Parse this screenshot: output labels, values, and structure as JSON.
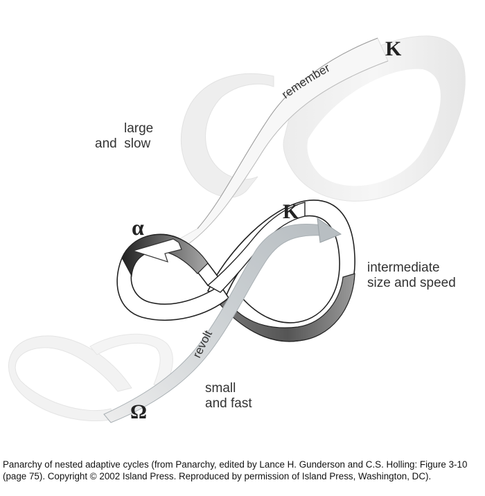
{
  "labels": {
    "large_slow_line1": "large",
    "large_slow_line2": "and  slow",
    "intermediate_line1": "intermediate",
    "intermediate_line2": "size and speed",
    "small_fast_line1": "small",
    "small_fast_line2": "and fast",
    "remember": "remember",
    "revolt": "revolt"
  },
  "symbols": {
    "k_large": "K",
    "k_intermediate": "K",
    "alpha": "α",
    "omega": "Ω"
  },
  "caption": "Panarchy of nested adaptive cycles (from Panarchy, edited by Lance H. Gunderson and C.S. Holling: Figure 3-10 (page 75). Copyright © 2002 Island Press. Reproduced by permission of Island Press, Washington, DC).",
  "colors": {
    "ribbon_light": "#f0f0f0",
    "ribbon_dark": "#444444",
    "arrow_grey": "#c8cdd0"
  }
}
